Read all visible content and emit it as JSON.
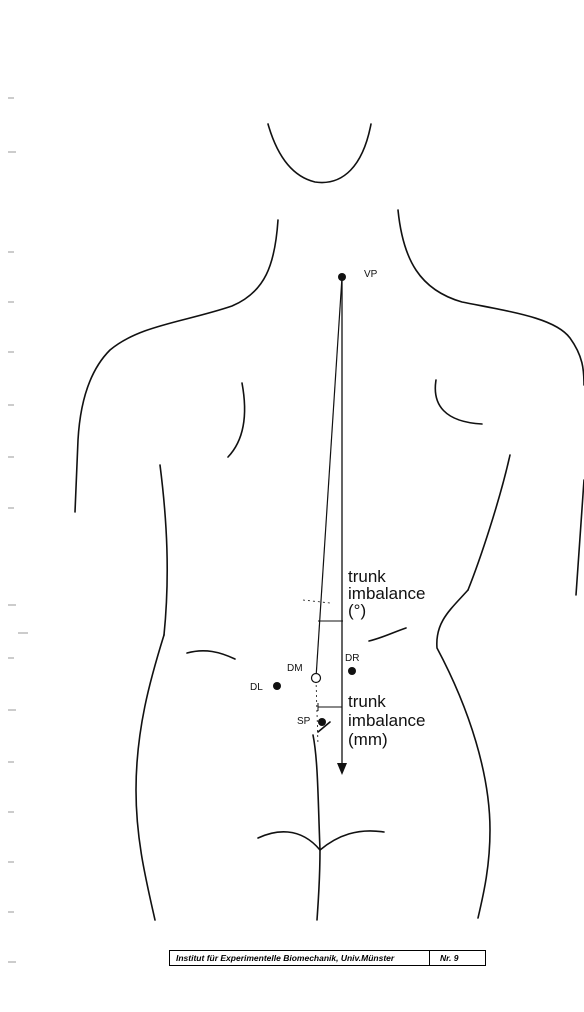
{
  "labels": {
    "vp": "VP",
    "dm": "DM",
    "dr": "DR",
    "dl": "DL",
    "sp": "SP"
  },
  "annotations": {
    "angle": [
      "trunk",
      "imbalance",
      "(°)"
    ],
    "distance": [
      "trunk",
      "imbalance",
      "(mm)"
    ]
  },
  "footer": {
    "institute": "Institut für Experimentelle Biomechanik, Univ.Münster",
    "number": "Nr. 9"
  }
}
